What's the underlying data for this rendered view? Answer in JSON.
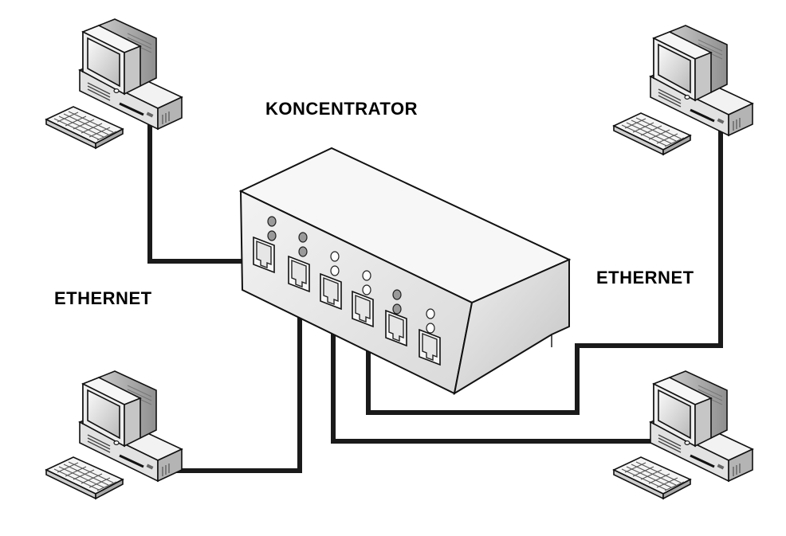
{
  "labels": {
    "hub": "KONCENTRATOR",
    "ethernet_left": "ETHERNET",
    "ethernet_right": "ETHERNET"
  },
  "colors": {
    "cable": "#1a1a1a",
    "outline": "#111111",
    "device_light": "#f4f4f4",
    "device_mid": "#d6d6d6",
    "device_dark": "#a8a8a8",
    "led": "#9a9a9a"
  },
  "diagram": {
    "hub_ports": 6,
    "computers": 4,
    "icons": [
      "computer-icon",
      "keyboard-icon",
      "hub-icon",
      "rj45-port-icon",
      "led-indicator"
    ]
  }
}
